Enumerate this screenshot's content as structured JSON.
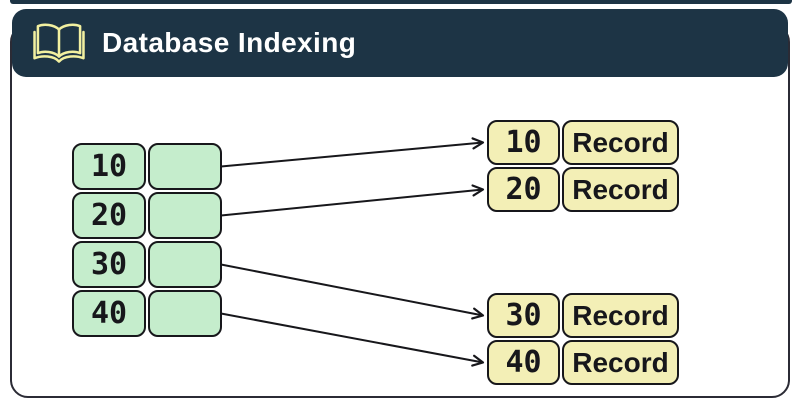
{
  "header": {
    "title": "Database Indexing",
    "icon": "open-book-icon"
  },
  "index_table": {
    "rows": [
      {
        "key": "10",
        "pointer": ""
      },
      {
        "key": "20",
        "pointer": ""
      },
      {
        "key": "30",
        "pointer": ""
      },
      {
        "key": "40",
        "pointer": ""
      }
    ]
  },
  "records": {
    "rows": [
      {
        "key": "10",
        "label": "Record"
      },
      {
        "key": "20",
        "label": "Record"
      },
      {
        "key": "30",
        "label": "Record"
      },
      {
        "key": "40",
        "label": "Record"
      }
    ]
  },
  "links": [
    {
      "from": 0,
      "to": 0
    },
    {
      "from": 1,
      "to": 1
    },
    {
      "from": 2,
      "to": 2
    },
    {
      "from": 3,
      "to": 3
    }
  ],
  "colors": {
    "header_bg": "#1d3445",
    "index_cell_fill": "#c5edcc",
    "record_cell_fill": "#f3efb6",
    "cell_stroke": "#17171b",
    "panel_border": "#2b2b35",
    "icon_stroke": "#f2f0a0",
    "title_color": "#ffffff",
    "arrow_color": "#17171b"
  }
}
